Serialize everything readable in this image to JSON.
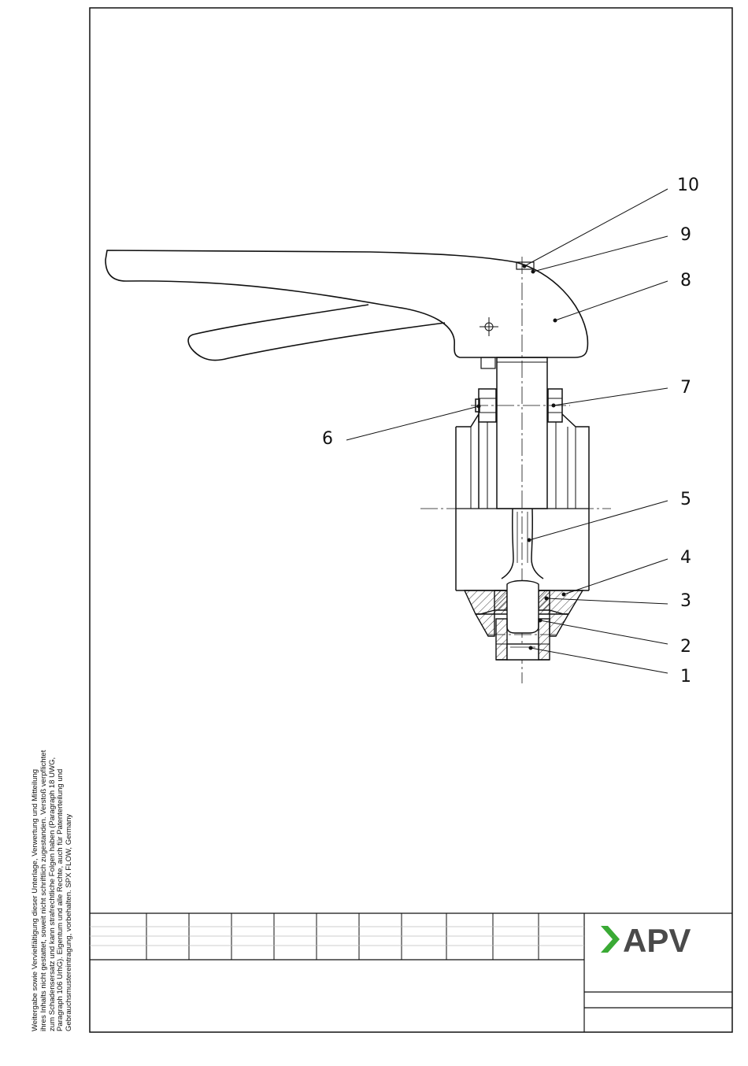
{
  "callouts": {
    "c1": "1",
    "c2": "2",
    "c3": "3",
    "c4": "4",
    "c5": "5",
    "c6": "6",
    "c7": "7",
    "c8": "8",
    "c9": "9",
    "c10": "10"
  },
  "legal_lines": [
    "Weitergabe sowie Vervielfältigung dieser Unterlage, Verwertung und Mitteilung",
    "ihres Inhalts nicht gestattet, soweit nicht schriftlich zugestanden. Verstoß verpflichtet",
    "zum Schadensersatz und kann strafrechtliche Folgen haben (Paragraph 18 UWG,",
    "Paragraph 106 UrhG). Eigentum und alle Rechte, auch für Patenterteilung und",
    "Gebrauchsmustereintragung, vorbehalten. SPX FLOW, Germany"
  ],
  "logo": {
    "text": "APV",
    "chevron_color": "#3aaa35",
    "text_color": "#4a4a4a"
  },
  "colors": {
    "line": "#111111",
    "hatch": "#222222"
  }
}
